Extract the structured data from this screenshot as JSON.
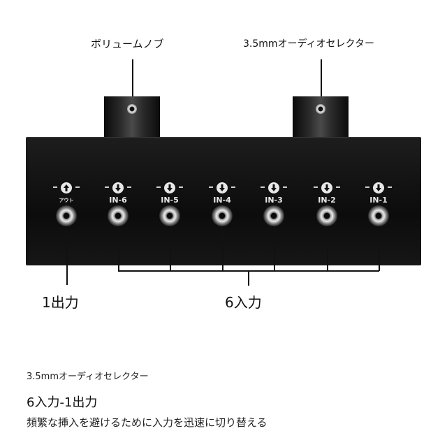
{
  "callouts": {
    "volume_knob": "ボリュームノブ",
    "selector": "3.5mmオーディオセレクター"
  },
  "ports": [
    {
      "label": "アウト",
      "direction": "up-arrow-icon"
    },
    {
      "label": "IN-6",
      "direction": "down-arrow-icon"
    },
    {
      "label": "IN-5",
      "direction": "down-arrow-icon"
    },
    {
      "label": "IN-4",
      "direction": "down-arrow-icon"
    },
    {
      "label": "IN-3",
      "direction": "down-arrow-icon"
    },
    {
      "label": "IN-2",
      "direction": "down-arrow-icon"
    },
    {
      "label": "IN-1",
      "direction": "down-arrow-icon"
    }
  ],
  "bottom_labels": {
    "output": "1出力",
    "inputs": "6入力"
  },
  "caption": {
    "product": "3.5mmオーディオセレクター",
    "headline": "6入力-1出力",
    "description": "頻繁な挿入を避けるために入力を迅速に切り替える"
  },
  "colors": {
    "device_body": "#111111",
    "jack_metal": "#cccccc",
    "text": "#111111"
  }
}
